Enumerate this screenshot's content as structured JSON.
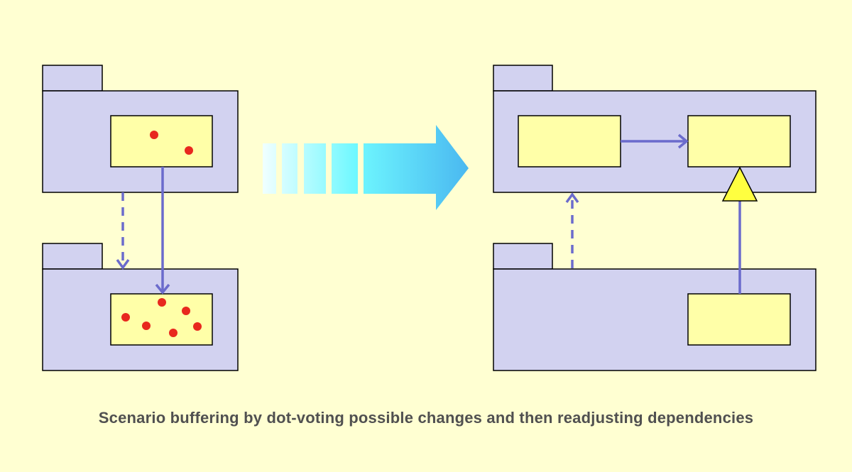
{
  "caption": "Scenario buffering by dot-voting possible changes and then readjusting dependencies",
  "colors": {
    "background": "#ffffd2",
    "package_fill": "#d2d2f0",
    "class_fill": "#ffffa8",
    "dependency_line": "#6b6bcc",
    "vote_dot": "#e8281e",
    "generalization_triangle": "#ffff40",
    "transition_arrow_light": "#e8fcff",
    "transition_arrow_dark": "#4ab8f0"
  },
  "before": {
    "top_package_dot_votes": 2,
    "bottom_package_dot_votes": 6
  },
  "after": {
    "relationships": [
      "dependency",
      "dashed-dependency",
      "generalization"
    ]
  }
}
